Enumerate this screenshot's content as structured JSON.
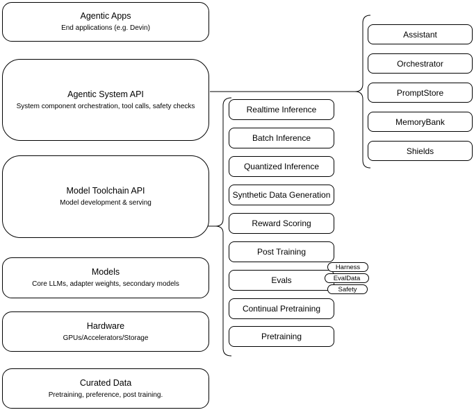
{
  "diagram": {
    "left_stack": [
      {
        "title": "Agentic Apps",
        "subtitle": "End applications (e.g. Devin)"
      },
      {
        "title": "Agentic System API",
        "subtitle": "System component orchestration, tool calls, safety checks"
      },
      {
        "title": "Model Toolchain API",
        "subtitle": "Model development & serving"
      },
      {
        "title": "Models",
        "subtitle": "Core LLMs, adapter weights, secondary models"
      },
      {
        "title": "Hardware",
        "subtitle": "GPUs/Accelerators/Storage"
      },
      {
        "title": "Curated Data",
        "subtitle": "Pretraining, preference, post training."
      }
    ],
    "toolchain_items": [
      "Realtime Inference",
      "Batch Inference",
      "Quantized Inference",
      "Synthetic Data Generation",
      "Reward Scoring",
      "Post Training",
      "Evals",
      "Continual Pretraining",
      "Pretraining"
    ],
    "evals_tags": [
      "Harness",
      "EvalData",
      "Safety"
    ],
    "system_components": [
      "Assistant",
      "Orchestrator",
      "PromptStore",
      "MemoryBank",
      "Shields"
    ],
    "colors": {
      "stroke": "#000000",
      "background": "#ffffff",
      "box_fill": "#ffffff"
    }
  }
}
